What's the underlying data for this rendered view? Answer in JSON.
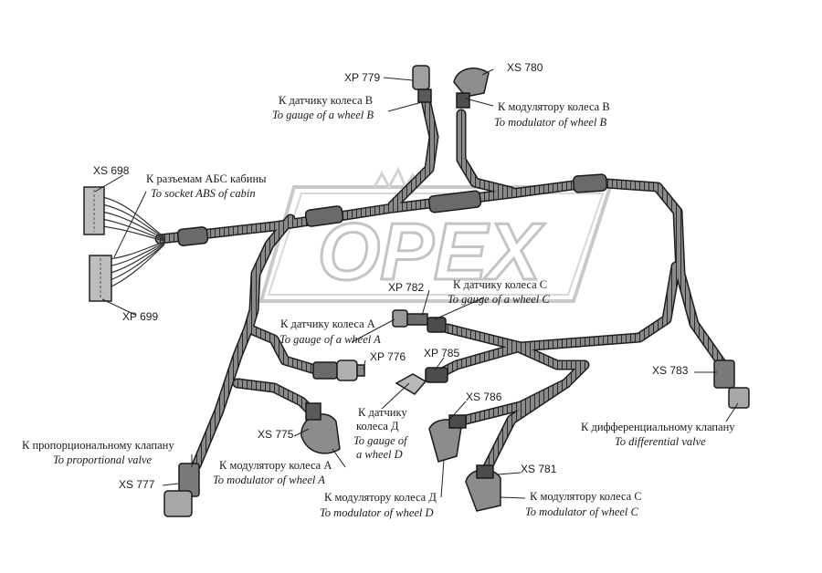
{
  "watermark": {
    "text": "OPEX"
  },
  "connectors": {
    "xs698": "XS 698",
    "xp699": "XP 699",
    "xp779": "XP 779",
    "xs780": "XS 780",
    "xp782": "XP 782",
    "xp776": "XP 776",
    "xp785": "XP 785",
    "xs783": "XS 783",
    "xs786": "XS 786",
    "xs775": "XS 775",
    "xs777": "XS 777",
    "xs781": "XS 781"
  },
  "callouts": {
    "gauge_b": {
      "ru": "К датчику колеса В",
      "en": "To gauge of a wheel B"
    },
    "modulator_b": {
      "ru": "К модулятору колеса В",
      "en": "To  modulator of wheel B"
    },
    "abs_cabin": {
      "ru": "К разъемам АБС кабины",
      "en": "To socket ABS of  cabin"
    },
    "gauge_c": {
      "ru": "К датчику колеса С",
      "en": "To gauge of a wheel C"
    },
    "gauge_a": {
      "ru": "К датчику колеса А",
      "en": "To gauge of a wheel A"
    },
    "gauge_d": {
      "ru1": "К датчику",
      "ru2": "колеса Д",
      "en1": "To  gauge of",
      "en2": "a wheel D"
    },
    "differential": {
      "ru": "К дифференциальному клапану",
      "en": "To  differential valve"
    },
    "proportional": {
      "ru": "К пропорциональному клапану",
      "en": "To  proportional valve"
    },
    "modulator_a": {
      "ru": "К модулятору колеса А",
      "en": "To  modulator of wheel A"
    },
    "modulator_d": {
      "ru": "К модулятору колеса Д",
      "en": "To  modulator of wheel D"
    },
    "modulator_c": {
      "ru": "К модулятору колеса С",
      "en": "To  modulator of wheel C"
    }
  }
}
